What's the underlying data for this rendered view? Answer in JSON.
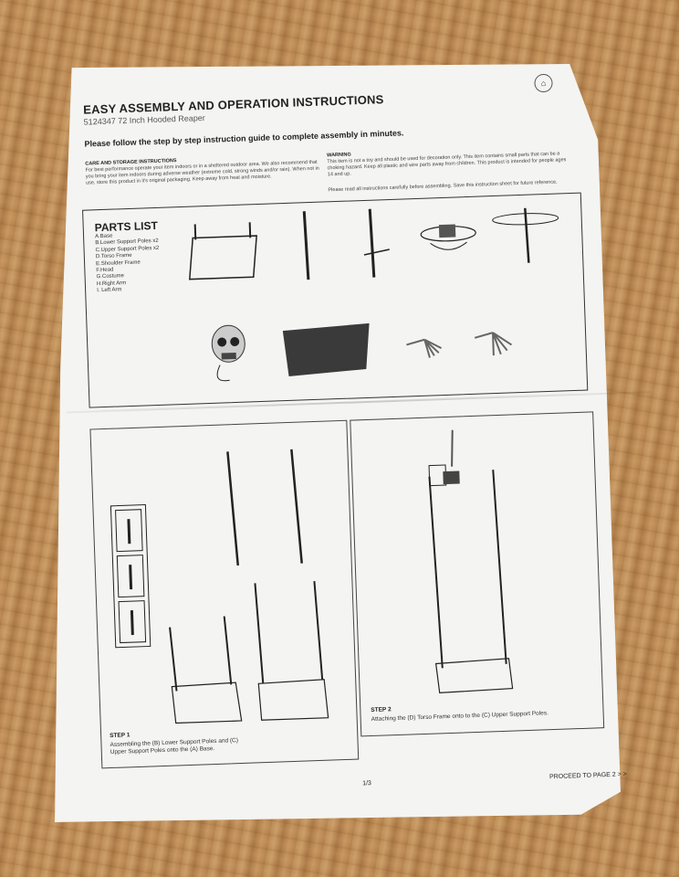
{
  "header": {
    "title": "EASY ASSEMBLY AND OPERATION INSTRUCTIONS",
    "subtitle": "5124347 72 Inch Hooded Reaper",
    "instruction": "Please follow the step by step instruction guide to complete assembly in minutes."
  },
  "care": {
    "heading": "CARE AND STORAGE INSTRUCTIONS",
    "text": "For best performance operate your item indoors or in a sheltered outdoor area. We also recommend that you bring your item indoors during adverse weather (extreme cold, strong winds and/or rain). When not in use, store this product in it's original packaging. Keep away from heat and moisture."
  },
  "warning": {
    "heading": "WARNING",
    "text": "This item is not a toy and should be used for decoration only. This item contains small parts that can be a choking hazard. Keep all plastic and wire parts away from children. This product is intended for people ages 14 and up.",
    "read_note": "Please read all instructions carefully before assembling. Save this instruction sheet for future reference."
  },
  "parts": {
    "title": "PARTS LIST",
    "items": [
      "A.Base",
      "B.Lower Support Poles x2",
      "C.Upper Support Poles x2",
      "D.Torso Frame",
      "E.Shoulder Frame",
      "F.Head",
      "G.Costume",
      "H.Right Arm",
      "I. Left Arm"
    ]
  },
  "step1": {
    "label": "STEP 1",
    "description": "Assembling the (B) Lower Support Poles and (C) Upper Support Poles onto the (A) Base."
  },
  "step2": {
    "label": "STEP 2",
    "description": "Attaching the (D) Torso Frame onto to the (C) Upper Support Poles."
  },
  "footer": {
    "page_number": "1/3",
    "proceed": "PROCEED TO PAGE 2 > >"
  }
}
